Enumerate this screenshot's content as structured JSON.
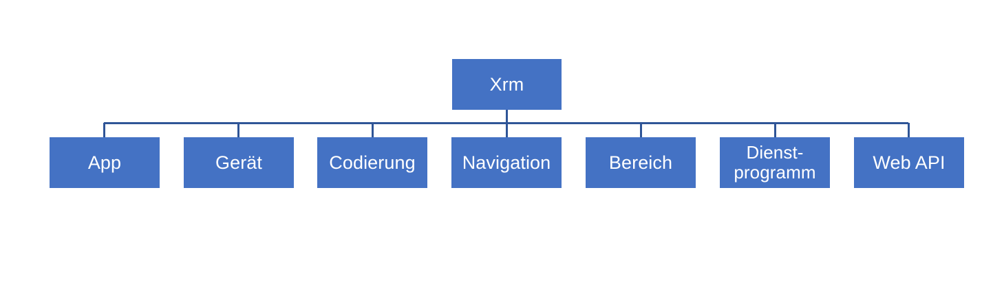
{
  "diagram": {
    "type": "hierarchy",
    "title": "Xrm",
    "colors": {
      "node_fill": "#4472C4",
      "connector": "#2F5597",
      "node_text": "#FFFFFF",
      "background": "#FFFFFF"
    },
    "root": {
      "label": "Xrm"
    },
    "children": [
      {
        "label": "App"
      },
      {
        "label": "Gerät"
      },
      {
        "label": "Codierung"
      },
      {
        "label": "Navigation"
      },
      {
        "label": "Bereich"
      },
      {
        "label": "Dienst-\nprogramm"
      },
      {
        "label": "Web API"
      }
    ]
  }
}
